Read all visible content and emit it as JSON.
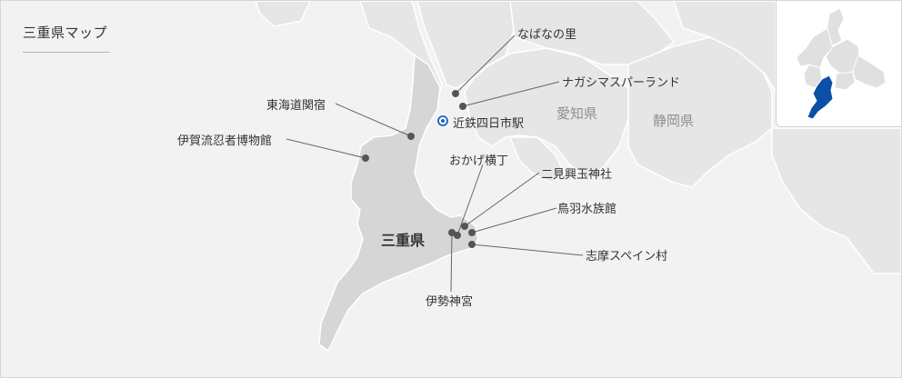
{
  "map": {
    "title": "三重県マップ",
    "prefecture_label": "三重県",
    "neighbor_labels": {
      "aichi": "愛知県",
      "shizuoka": "静岡県"
    },
    "station": {
      "label": "近鉄四日市駅"
    },
    "spots": [
      {
        "id": "nabana",
        "label": "なばなの里"
      },
      {
        "id": "nagashima",
        "label": "ナガシマスパーランド"
      },
      {
        "id": "sekijuku",
        "label": "東海道関宿"
      },
      {
        "id": "iga",
        "label": "伊賀流忍者博物館"
      },
      {
        "id": "okage",
        "label": "おかげ横丁"
      },
      {
        "id": "futami",
        "label": "二見興玉神社"
      },
      {
        "id": "toba",
        "label": "鳥羽水族館"
      },
      {
        "id": "shima",
        "label": "志摩スペイン村"
      },
      {
        "id": "ise",
        "label": "伊勢神宮"
      }
    ],
    "colors": {
      "sea": "#f2f2f2",
      "land": "#e2e2e2",
      "mie": "#d6d6d6",
      "highlight": "#0a4fa8",
      "marker": "#555555",
      "station": "#1565c0"
    }
  }
}
